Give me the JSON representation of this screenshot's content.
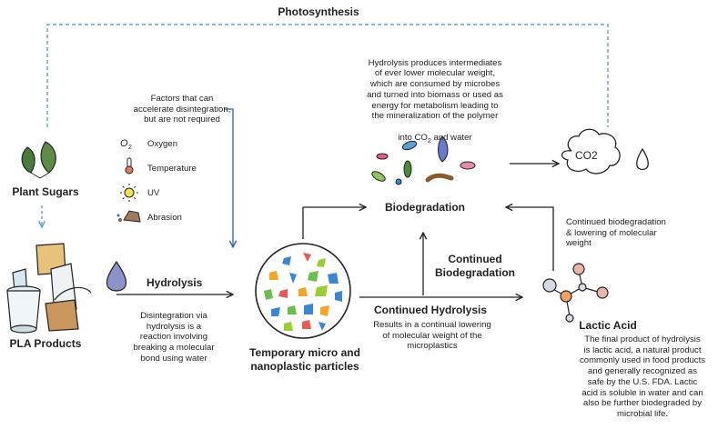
{
  "photosynthesis": "Photosynthesis",
  "plant_sugars": "Plant Sugars",
  "pla_products": "PLA Products",
  "factors": {
    "heading": "Factors that can\naccelerate disintegration,\nbut are not required",
    "items": [
      {
        "label": "Oxygen",
        "icon": "oxygen-icon"
      },
      {
        "label": "Temperature",
        "icon": "thermometer-icon"
      },
      {
        "label": "UV",
        "icon": "sun-icon"
      },
      {
        "label": "Abrasion",
        "icon": "rock-icon"
      }
    ]
  },
  "hydrolysis": {
    "title": "Hydrolysis",
    "desc": "Disintegration via\nhydrolysis is a\nreaction  involving\nbreaking a molecular\nbond using water"
  },
  "particles": {
    "title": "Temporary micro and\nnanoplastic particles"
  },
  "biodegradation": {
    "title": "Biodegradation",
    "desc_line1": "Hydrolysis produces intermediates\nof ever lower molecular weight,\nwhich are consumed by microbes\nand turned into biomass or used as\nenergy for metabolism leading to\nthe mineralization of the polymer",
    "desc_line2_pre": "into CO",
    "desc_line2_sub": "2",
    "desc_line2_post": " and water"
  },
  "continued_biodegradation": {
    "title": "Continued\nBiodegradation"
  },
  "continued_hydrolysis": {
    "title": "Continued Hydrolysis",
    "desc": "Results in a continual lowering\nof molecular weight of the\nmicroplastics"
  },
  "co2_label": "CO2",
  "right_note": "Continued biodegradation\n& lowering of molecular\nweight",
  "lactic_acid": {
    "title": "Lactic Acid",
    "desc": "The final product of hydrolysis\nis lactic acid, a natural product\ncommonly used in food products\nand generally recognized as\nsafe by the U.S. FDA. Lactic\nacid is soluble in water and can\nalso be further biodegraded by\nmicrobial life."
  },
  "colors": {
    "blue_dash": "#3b8fd4",
    "arrow": "#222222",
    "blue_arrow": "#2d5fb8",
    "water_drop": "#8d93c9"
  }
}
